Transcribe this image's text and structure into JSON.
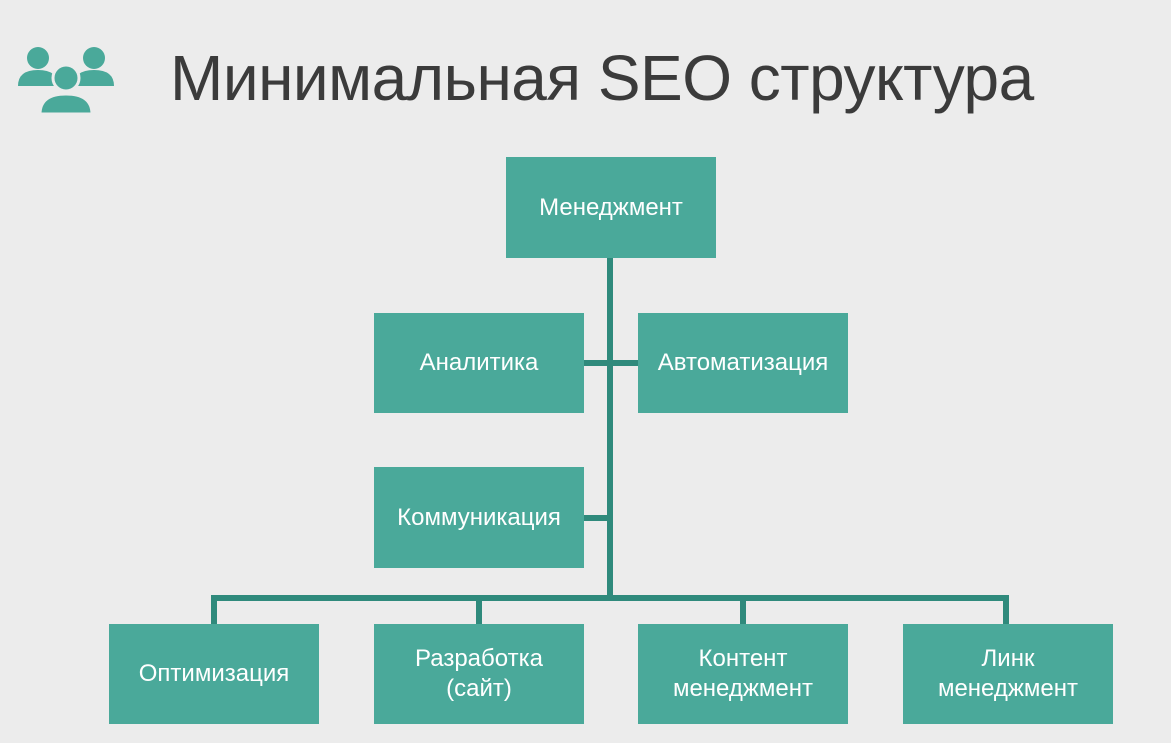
{
  "title": "Минимальная SEO структура",
  "title_icon": "people-group-icon",
  "colors": {
    "node_fill": "#4aa99a",
    "connector": "#2f8a7c",
    "title_text": "#3b3b3b",
    "background": "#ececec"
  },
  "diagram": {
    "root": "Менеджмент",
    "assistants": [
      "Аналитика",
      "Автоматизация",
      "Коммуникация"
    ],
    "departments": [
      "Оптимизация",
      "Разработка\n(сайт)",
      "Контент\nменеджмент",
      "Линк\nменеджмент"
    ]
  }
}
